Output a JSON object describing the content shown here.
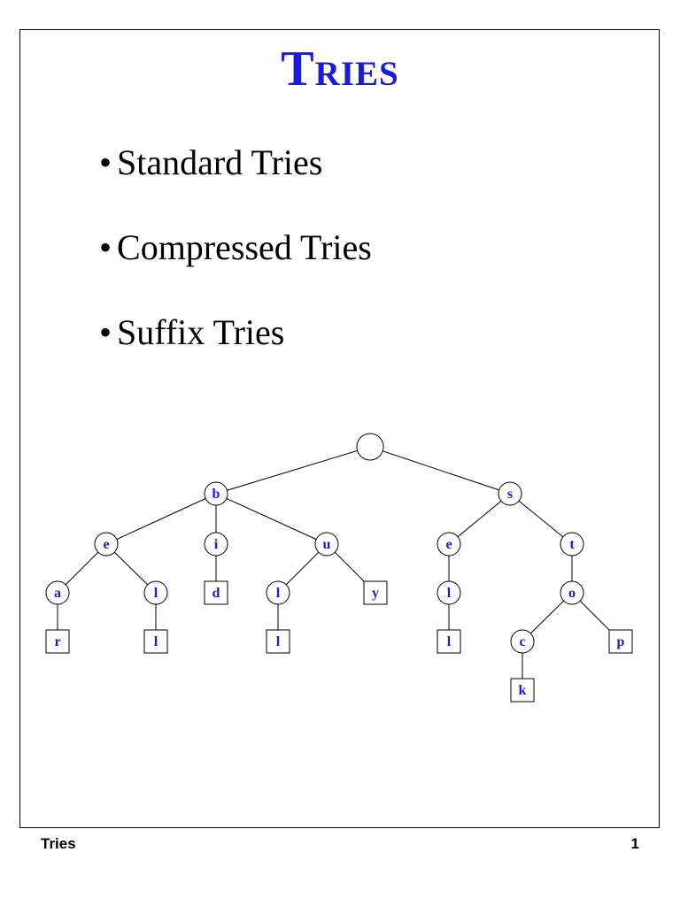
{
  "slide": {
    "title": "Tries",
    "bullets": [
      "Standard Tries",
      "Compressed Tries",
      "Suffix Tries"
    ]
  },
  "diagram": {
    "type": "trie",
    "nodes": [
      {
        "id": "root",
        "label": "",
        "shape": "circle"
      },
      {
        "id": "b",
        "label": "b",
        "shape": "circle"
      },
      {
        "id": "s",
        "label": "s",
        "shape": "circle"
      },
      {
        "id": "be",
        "label": "e",
        "shape": "circle"
      },
      {
        "id": "bi",
        "label": "i",
        "shape": "circle"
      },
      {
        "id": "bu",
        "label": "u",
        "shape": "circle"
      },
      {
        "id": "se",
        "label": "e",
        "shape": "circle"
      },
      {
        "id": "st",
        "label": "t",
        "shape": "circle"
      },
      {
        "id": "bea",
        "label": "a",
        "shape": "circle"
      },
      {
        "id": "bel",
        "label": "l",
        "shape": "circle"
      },
      {
        "id": "bid",
        "label": "d",
        "shape": "square"
      },
      {
        "id": "bul",
        "label": "l",
        "shape": "circle"
      },
      {
        "id": "buy",
        "label": "y",
        "shape": "square"
      },
      {
        "id": "sel",
        "label": "l",
        "shape": "circle"
      },
      {
        "id": "sto",
        "label": "o",
        "shape": "circle"
      },
      {
        "id": "bear",
        "label": "r",
        "shape": "square"
      },
      {
        "id": "bell",
        "label": "l",
        "shape": "square"
      },
      {
        "id": "bull",
        "label": "l",
        "shape": "square"
      },
      {
        "id": "sell",
        "label": "l",
        "shape": "square"
      },
      {
        "id": "stoc",
        "label": "c",
        "shape": "circle"
      },
      {
        "id": "stop",
        "label": "p",
        "shape": "square"
      },
      {
        "id": "stock",
        "label": "k",
        "shape": "square"
      }
    ],
    "edges": [
      [
        "root",
        "b"
      ],
      [
        "root",
        "s"
      ],
      [
        "b",
        "be"
      ],
      [
        "b",
        "bi"
      ],
      [
        "b",
        "bu"
      ],
      [
        "s",
        "se"
      ],
      [
        "s",
        "st"
      ],
      [
        "be",
        "bea"
      ],
      [
        "be",
        "bel"
      ],
      [
        "bi",
        "bid"
      ],
      [
        "bu",
        "bul"
      ],
      [
        "bu",
        "buy"
      ],
      [
        "se",
        "sel"
      ],
      [
        "st",
        "sto"
      ],
      [
        "bea",
        "bear"
      ],
      [
        "bel",
        "bell"
      ],
      [
        "bul",
        "bull"
      ],
      [
        "sel",
        "sell"
      ],
      [
        "sto",
        "stoc"
      ],
      [
        "sto",
        "stop"
      ],
      [
        "stoc",
        "stock"
      ]
    ],
    "colors": {
      "label": "#1a1adb",
      "stroke": "#000000",
      "fill": "#ffffff"
    }
  },
  "footer": {
    "left": "Tries",
    "right": "1"
  }
}
